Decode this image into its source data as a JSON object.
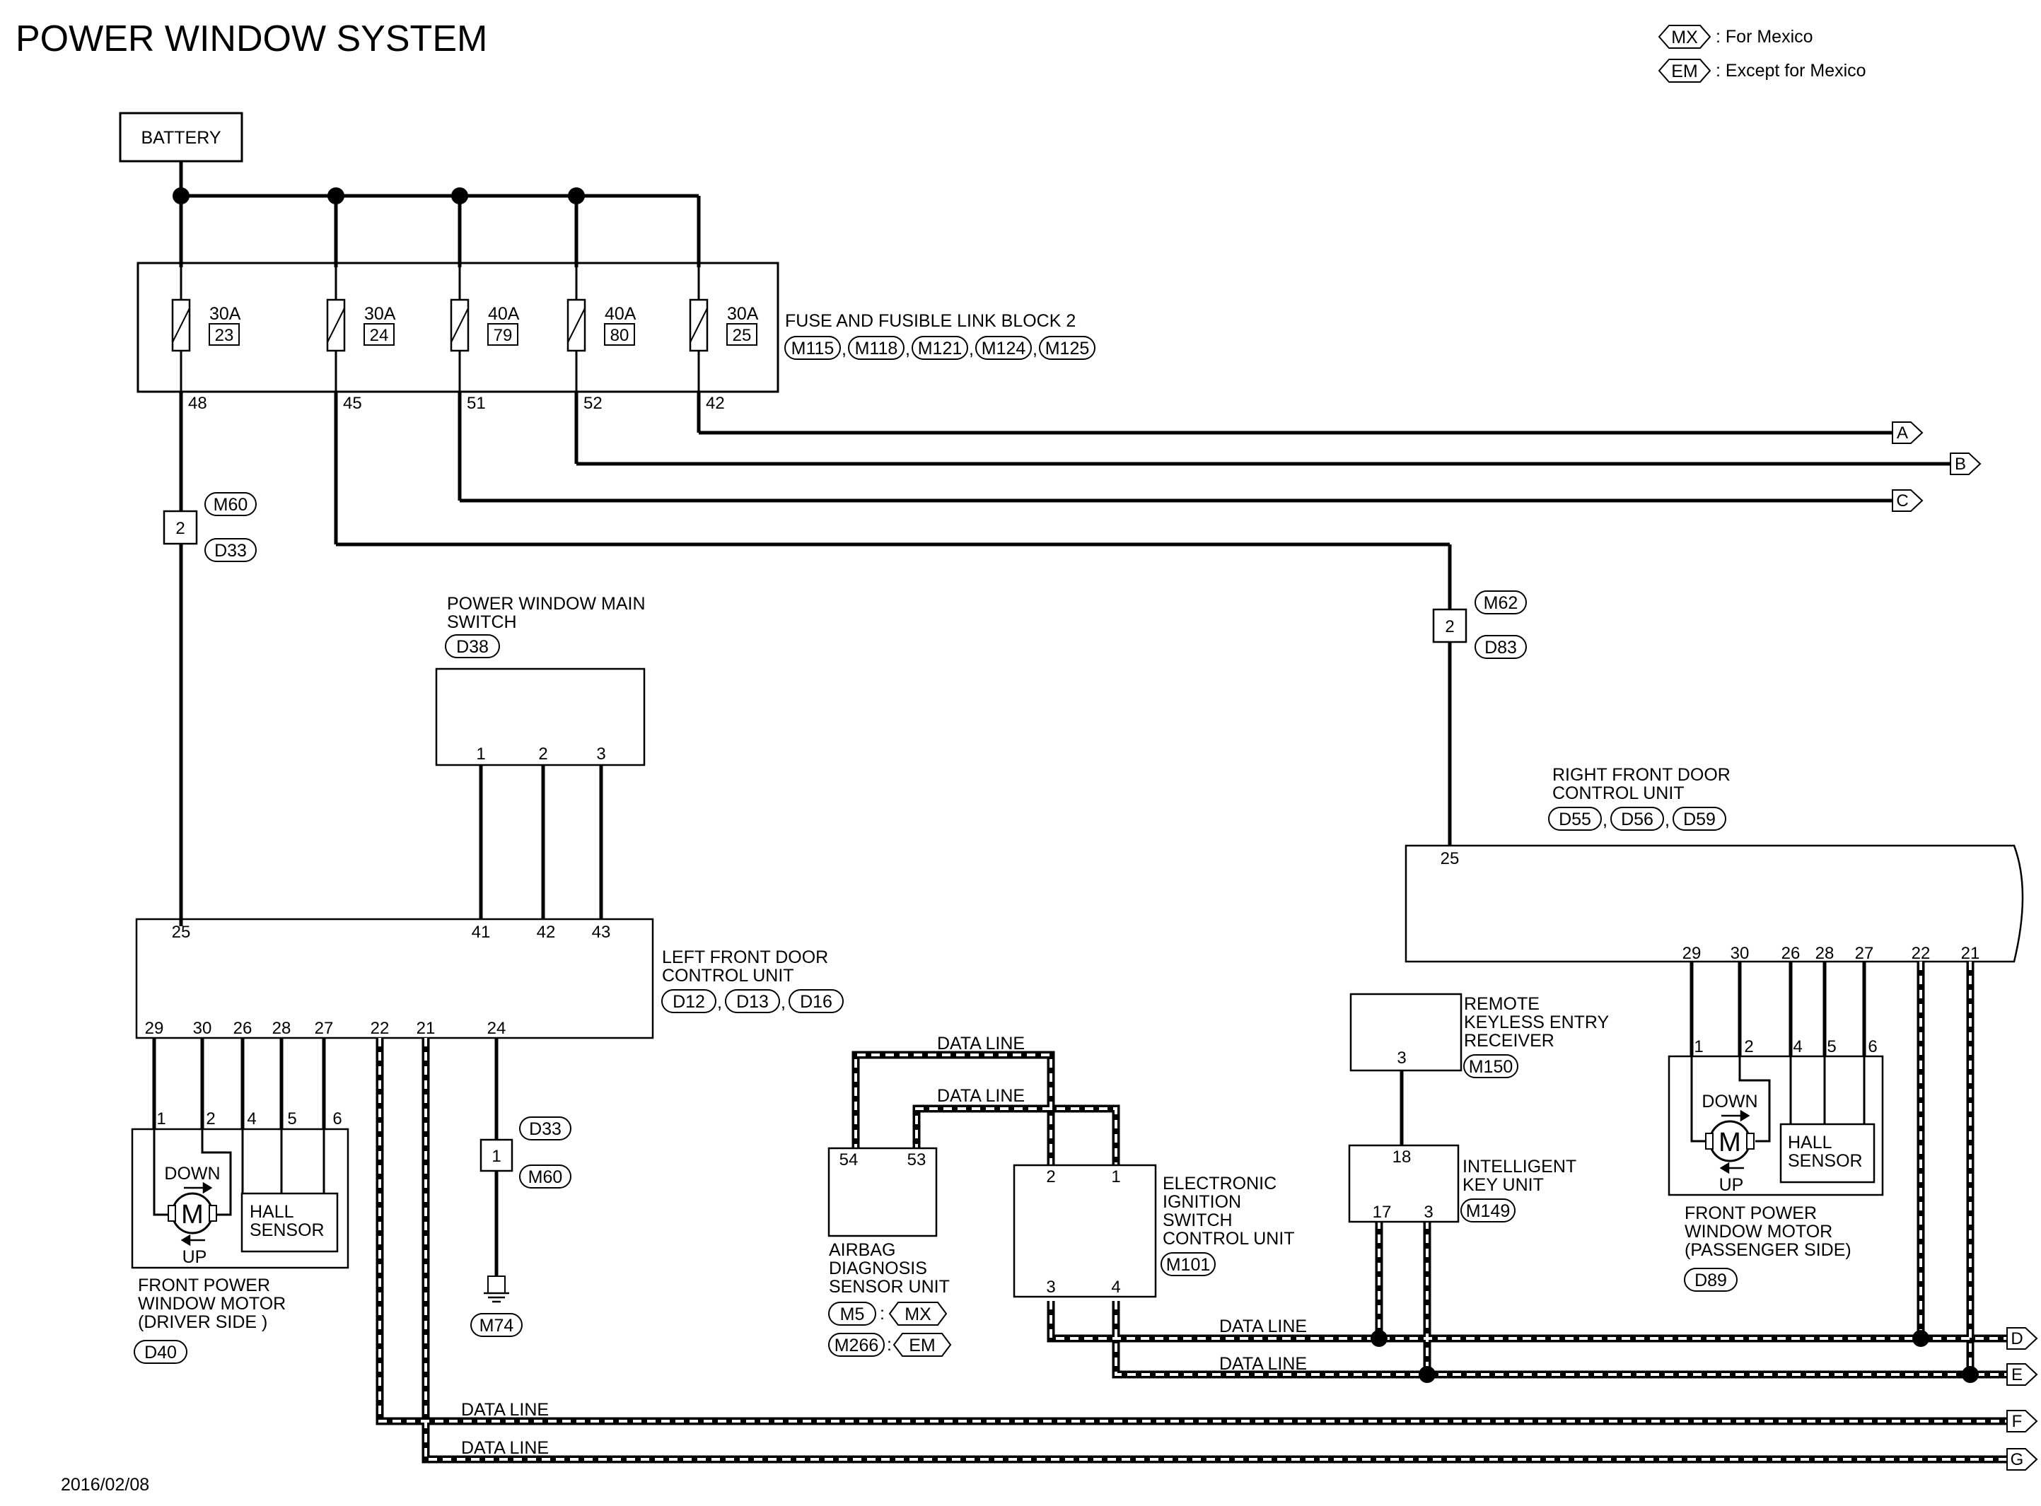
{
  "title": "POWER WINDOW SYSTEM",
  "date": "2016/02/08",
  "legend": [
    {
      "code": "MX",
      "label": ": For Mexico"
    },
    {
      "code": "EM",
      "label": ": Except for Mexico"
    }
  ],
  "battery": "BATTERY",
  "fuse_block": {
    "label": "FUSE AND FUSIBLE LINK BLOCK 2",
    "connectors": [
      "M115",
      "M118",
      "M121",
      "M124",
      "M125"
    ],
    "separator": ",",
    "fuses": [
      {
        "rating": "30A",
        "number": "23",
        "terminal": "48"
      },
      {
        "rating": "30A",
        "number": "24",
        "terminal": "45"
      },
      {
        "rating": "40A",
        "number": "79",
        "terminal": "51"
      },
      {
        "rating": "40A",
        "number": "80",
        "terminal": "52"
      },
      {
        "rating": "30A",
        "number": "25",
        "terminal": "42"
      }
    ]
  },
  "offpage": [
    "A",
    "B",
    "C",
    "D",
    "E",
    "F",
    "G"
  ],
  "junction_left": {
    "pin": "2",
    "top": "M60",
    "bottom": "D33"
  },
  "junction_right": {
    "pin": "2",
    "top": "M62",
    "bottom": "D83"
  },
  "junction_ground": {
    "pin": "1",
    "top": "D33",
    "bottom": "M60"
  },
  "ground_connector": "M74",
  "main_switch": {
    "label_lines": [
      "POWER WINDOW MAIN",
      "SWITCH"
    ],
    "connector": "D38",
    "pins": [
      "1",
      "2",
      "3"
    ]
  },
  "left_dcu": {
    "label_lines": [
      "LEFT FRONT DOOR",
      "CONTROL UNIT"
    ],
    "connectors": [
      "D12",
      "D13",
      "D16"
    ],
    "top_pins": [
      "25",
      "41",
      "42",
      "43"
    ],
    "bottom_pins": [
      "29",
      "30",
      "26",
      "28",
      "27",
      "22",
      "21",
      "24"
    ]
  },
  "right_dcu": {
    "label_lines": [
      "RIGHT FRONT DOOR",
      "CONTROL UNIT"
    ],
    "connectors": [
      "D55",
      "D56",
      "D59"
    ],
    "top_pin": "25",
    "bottom_pins": [
      "29",
      "30",
      "26",
      "28",
      "27",
      "22",
      "21"
    ]
  },
  "driver_motor": {
    "label_lines": [
      "FRONT POWER",
      "WINDOW MOTOR",
      "(DRIVER SIDE )"
    ],
    "connector": "D40",
    "pins": [
      "1",
      "2",
      "4",
      "5",
      "6"
    ],
    "down": "DOWN",
    "up": "UP",
    "motor": "M",
    "hall_lines": [
      "HALL",
      "SENSOR"
    ]
  },
  "passenger_motor": {
    "label_lines": [
      "FRONT POWER",
      "WINDOW MOTOR",
      "(PASSENGER SIDE)"
    ],
    "connector": "D89",
    "pins": [
      "1",
      "2",
      "4",
      "5",
      "6"
    ],
    "down": "DOWN",
    "up": "UP",
    "motor": "M",
    "hall_lines": [
      "HALL",
      "SENSOR"
    ]
  },
  "airbag": {
    "label_lines": [
      "AIRBAG",
      "DIAGNOSIS",
      "SENSOR UNIT"
    ],
    "pins": [
      "54",
      "53"
    ],
    "connectors": [
      {
        "code": "M5",
        "variant": "MX"
      },
      {
        "code": "M266",
        "variant": "EM"
      }
    ]
  },
  "ignition": {
    "label_lines": [
      "ELECTRONIC",
      "IGNITION",
      "SWITCH",
      "CONTROL UNIT"
    ],
    "connector": "M101",
    "top_pins": [
      "2",
      "1"
    ],
    "bottom_pins": [
      "3",
      "4"
    ]
  },
  "remote_receiver": {
    "label_lines": [
      "REMOTE",
      "KEYLESS ENTRY",
      "RECEIVER"
    ],
    "connector": "M150",
    "pin": "3"
  },
  "intelligent_key": {
    "label_lines": [
      "INTELLIGENT",
      "KEY UNIT"
    ],
    "connector": "M149",
    "top_pin": "18",
    "bottom_pins": [
      "17",
      "3"
    ]
  },
  "data_line": "DATA LINE"
}
